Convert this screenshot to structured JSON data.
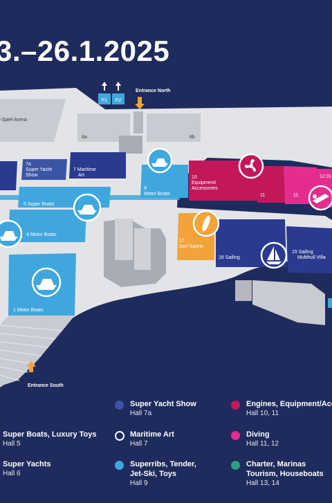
{
  "title": "3.–26.1.2025",
  "map": {
    "entrances": {
      "north": "Entrance North",
      "south": "Entrance South"
    },
    "parking": [
      "P1",
      "P2"
    ],
    "area_labels": {
      "arena": "-Spiel-Arena",
      "hall_8a": "8a",
      "hall_8b": "8b"
    },
    "halls": {
      "h7a": [
        "7a",
        "Super Yacht",
        "Show"
      ],
      "h7": [
        "7 Maritime",
        "Art"
      ],
      "h9": [
        "9",
        "Motor Boats"
      ],
      "h10": [
        "10",
        "Equipment/",
        "Accessories"
      ],
      "h11a": "11",
      "h11b": "11",
      "h12": "12 Di",
      "h5": "5 Super Boats",
      "h4": "4 Motor Boats",
      "h17": [
        "17",
        "Surf Sports"
      ],
      "h16": "16 Sailing",
      "h15": [
        "15 Sailing",
        "Multihull Villa"
      ],
      "h1": "1 Motor Boats"
    }
  },
  "legend": [
    {
      "title": "Super Yacht Show",
      "sub": "Hall 7a",
      "color": "#3a55a6",
      "style": "filled"
    },
    {
      "title": "Engines, Equipment/Acc",
      "sub": "Hall 10, 11",
      "color": "#c2185b",
      "style": "filled"
    },
    {
      "title": "Super Boats, Luxury Toys",
      "sub": "Hall 5",
      "color": "",
      "style": "none"
    },
    {
      "title": "Maritime Art",
      "sub": "Hall 7",
      "color": "#ffffff",
      "style": "outline"
    },
    {
      "title": "Diving",
      "sub": "Hall 11, 12",
      "color": "#e52d8f",
      "style": "filled"
    },
    {
      "title": "Super Yachts",
      "sub": "Hall 6",
      "color": "",
      "style": "none"
    },
    {
      "title": "Superribs, Tender, Jet-Ski, Toys",
      "title2": "Jet-Ski, Toys",
      "title1": "Superribs, Tender,",
      "sub": "Hall 9",
      "color": "#3fa7de",
      "style": "filled"
    },
    {
      "title": "Charter, Marinas Tourism, Houseboats",
      "title1": "Charter, Marinas",
      "title2": "Tourism, Houseboats",
      "sub": "Hall 13, 14",
      "color": "#2f9e82",
      "style": "filled"
    }
  ],
  "colors": {
    "background": "#1e2b5c",
    "ground": "#e3e4e8",
    "hall_navy": "#2b3a8f",
    "hall_sky": "#3fa7de",
    "hall_crimson": "#c2185b",
    "hall_pink": "#e52d8f",
    "hall_orange": "#f2a33a",
    "accent_arrow": "#f2a33a"
  },
  "icons": {
    "boat": "motorboat-icon",
    "fan": "propeller-icon",
    "diver": "diver-icon",
    "surf": "surfboard-icon",
    "sail": "sailboat-icon"
  }
}
